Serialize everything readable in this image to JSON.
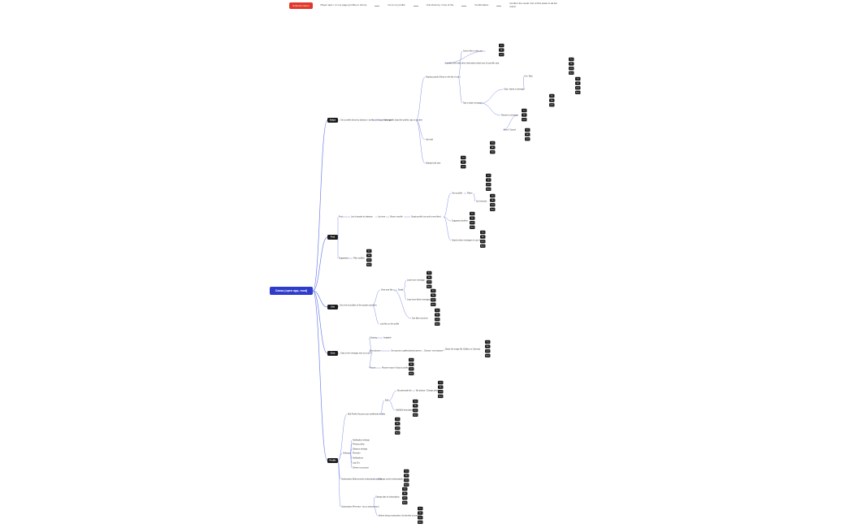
{
  "legend": {
    "chip": "Unknown items",
    "items": [
      "Player taps / on my page (profile) or cherry",
      "Go to my profile",
      "Unit show by / tons of the",
      "Confirmation",
      "Confirm the result / list of this stack of all the result"
    ]
  },
  "root": {
    "label": "Cassa (open app, mod)"
  },
  "branches": [
    {
      "key": "swipe",
      "label": "Swipe",
      "children": [
        "Get a profile (show by distance / profile) of things to change",
        "Has a profile (load the profile), tap on another",
        "Display people (Show on the list of user)",
        "Tap a swipe message",
        "Send a like to this user",
        "A profile view with other information which sort of a profile card",
        "Chat / wants a message",
        "Receive a message",
        "Yes / Skip",
        "Send / Cancel",
        "Not hold",
        "Display both user"
      ]
    },
    {
      "key": "find",
      "label": "Find",
      "children": [
        "Find",
        "List of people by distance",
        "List view",
        "Show in profile",
        "Single profile (not until a new filter)",
        "Get a profile",
        "Filters",
        "Set interests",
        "Suggested profiles",
        "Search when messages in your list",
        "Suggestion",
        "Filter profiles"
      ]
    },
    {
      "key": "like",
      "label": "Like",
      "children": [
        "Get a list of profiles of the people user likes",
        "View own like",
        "Detail",
        "Load more message",
        "Load more liked messages",
        "See likes received",
        "Last like on the profile"
      ]
    },
    {
      "key": "chat",
      "label": "Chat",
      "children": [
        "Chat to the message sent to a user",
        "Chatting",
        "Available",
        "Send picture",
        "Get access to gallery/photo/camera",
        "Choose / send picture",
        "Share the image file (Gallery or Camera)",
        "Report",
        "Receive report / block a profile"
      ]
    },
    {
      "key": "profile",
      "label": "Profile",
      "children": [
        "Edit Profile (Access your profile/edit details)",
        "Edit",
        "My personal info",
        "My photos / Change photo",
        "Add/Edit description",
        "Settings",
        "Notification settings",
        "Privacy policy",
        "Distance settings",
        "Premium",
        "Notifications",
        "Log Out",
        "Delete my account",
        "Subscription (Edit premium subscription status)",
        "Change current subscription",
        "Subscription (Premium - buy a subscription)",
        "Change plan of subscription",
        "Before being a subscriber, list benefits of premium"
      ]
    }
  ],
  "tag_labels": [
    "Yes",
    "No",
    "Later",
    "Back"
  ],
  "colors": {
    "root": "#2f3ccb",
    "node": "#1c1c1c",
    "tag": "#1c1c1c",
    "line": "#6f82e8",
    "legend_chip": "#e0392b"
  }
}
